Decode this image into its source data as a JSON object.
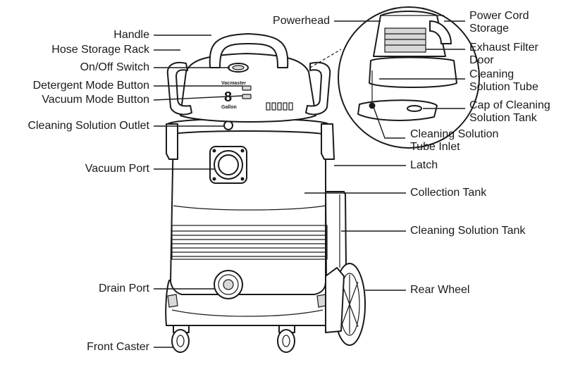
{
  "diagram": {
    "brand_badge": "Vacmaster",
    "capacity_number": "8",
    "capacity_unit": "Gallon",
    "labels_left": {
      "handle": "Handle",
      "hose_storage_rack": "Hose Storage Rack",
      "on_off_switch": "On/Off Switch",
      "detergent_mode_button": "Detergent Mode Button",
      "vacuum_mode_button": "Vacuum Mode Button",
      "cleaning_solution_outlet": "Cleaning Solution Outlet",
      "vacuum_port": "Vacuum Port",
      "drain_port": "Drain Port",
      "front_caster": "Front Caster"
    },
    "labels_right": {
      "powerhead": "Powerhead",
      "power_cord_storage": [
        "Power Cord",
        "Storage"
      ],
      "exhaust_filter_door": [
        "Exhaust Filter",
        "Door"
      ],
      "cleaning_solution_tube": [
        "Cleaning",
        "Solution Tube"
      ],
      "cap_of_cleaning_solution_tank": [
        "Cap of Cleaning",
        "Solution Tank"
      ],
      "cleaning_solution_tube_inlet": [
        "Cleaning Solution",
        "Tube Inlet"
      ],
      "latch": "Latch",
      "collection_tank": "Collection Tank",
      "cleaning_solution_tank": "Cleaning Solution Tank",
      "rear_wheel": "Rear Wheel"
    }
  }
}
